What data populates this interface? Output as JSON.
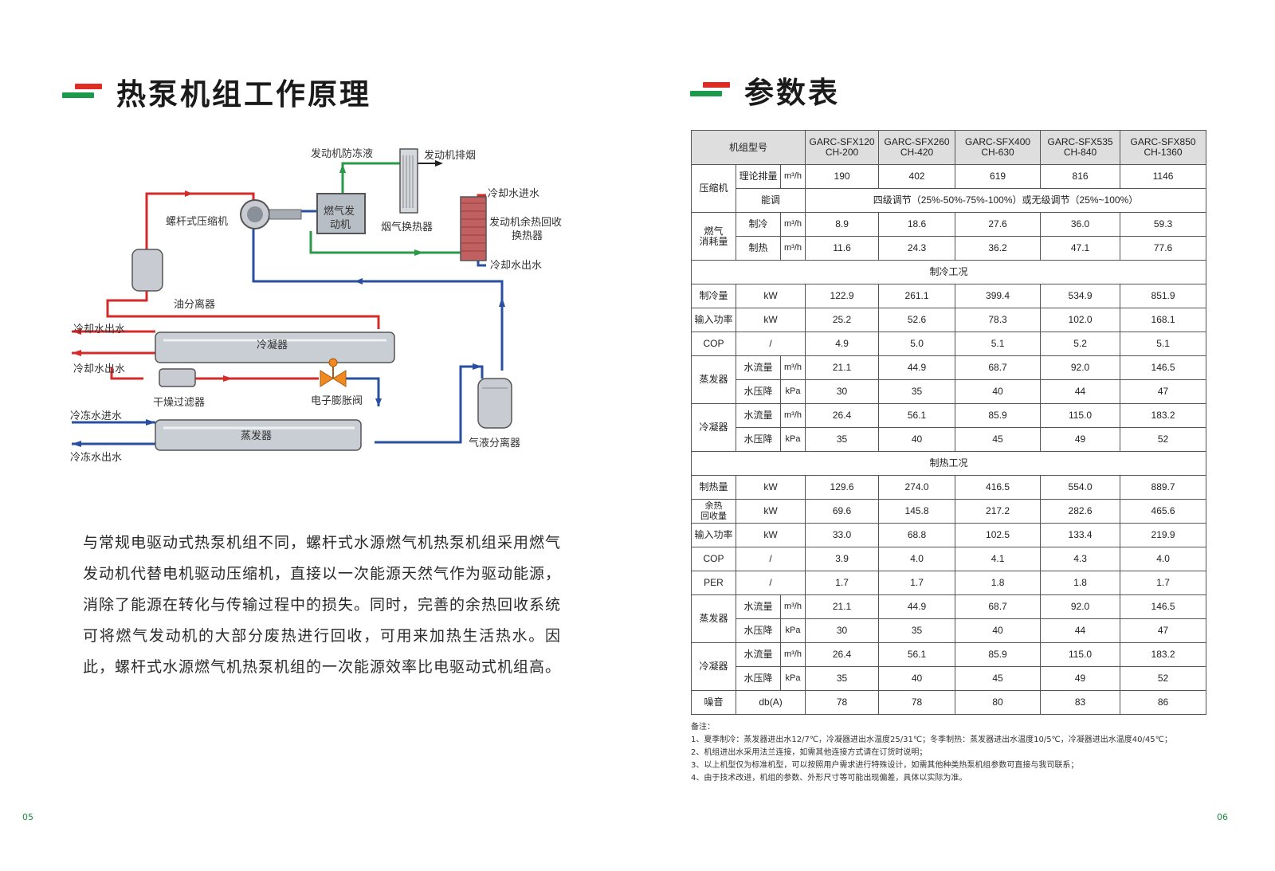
{
  "left": {
    "title": "热泵机组工作原理",
    "page_number": "05",
    "diagram_labels": {
      "antifreeze": "发动机防冻液",
      "exhaust": "发动机排烟",
      "cooling_in": "冷却水进水",
      "compressor": "螺杆式压缩机",
      "engine_1": "燃气发",
      "engine_2": "动机",
      "flue_hx": "烟气换热器",
      "waste_heat_1": "发动机余热回收",
      "waste_heat_2": "换热器",
      "cooling_out": "冷却水出水",
      "oil_sep": "油分离器",
      "cond_out_1": "冷却水出水",
      "condenser": "冷凝器",
      "cond_out_2": "冷却水出水",
      "dryer": "干燥过滤器",
      "exp_valve": "电子膨胀阀",
      "chill_in": "冷冻水进水",
      "evaporator": "蒸发器",
      "gas_liquid_sep": "气液分离器",
      "chill_out": "冷冻水出水"
    },
    "paragraph": "与常规电驱动式热泵机组不同，螺杆式水源燃气机热泵机组采用燃气发动机代替电机驱动压缩机，直接以一次能源天然气作为驱动能源，消除了能源在转化与传输过程中的损失。同时，完善的余热回收系统可将燃气发动机的大部分废热进行回收，可用来加热生活热水。因此，螺杆式水源燃气机热泵机组的一次能源效率比电驱动式机组高。"
  },
  "right": {
    "title": "参数表",
    "page_number": "06",
    "table": {
      "model_label": "机组型号",
      "models": [
        {
          "l1": "GARC-SFX120",
          "l2": "CH-200"
        },
        {
          "l1": "GARC-SFX260",
          "l2": "CH-420"
        },
        {
          "l1": "GARC-SFX400",
          "l2": "CH-630"
        },
        {
          "l1": "GARC-SFX535",
          "l2": "CH-840"
        },
        {
          "l1": "GARC-SFX850",
          "l2": "CH-1360"
        }
      ],
      "compressor": {
        "group": "压缩机",
        "disp_label": "理论排量",
        "disp_unit": "m³/h",
        "disp": [
          "190",
          "402",
          "619",
          "816",
          "1146"
        ],
        "reg_label": "能调",
        "reg_value": "四级调节（25%-50%-75%-100%）或无级调节（25%~100%）"
      },
      "gas": {
        "group_1": "燃气",
        "group_2": "消耗量",
        "cool_label": "制冷",
        "cool_unit": "m³/h",
        "cool": [
          "8.9",
          "18.6",
          "27.6",
          "36.0",
          "59.3"
        ],
        "heat_label": "制热",
        "heat_unit": "m³/h",
        "heat": [
          "11.6",
          "24.3",
          "36.2",
          "47.1",
          "77.6"
        ]
      },
      "cooling_section": "制冷工况",
      "cooling": {
        "cap_label": "制冷量",
        "cap_unit": "kW",
        "cap": [
          "122.9",
          "261.1",
          "399.4",
          "534.9",
          "851.9"
        ],
        "pow_label": "输入功率",
        "pow_unit": "kW",
        "pow": [
          "25.2",
          "52.6",
          "78.3",
          "102.0",
          "168.1"
        ],
        "cop_label": "COP",
        "cop_unit": "/",
        "cop": [
          "4.9",
          "5.0",
          "5.1",
          "5.2",
          "5.1"
        ],
        "evap_label": "蒸发器",
        "evap_flow_label": "水流量",
        "evap_flow_unit": "m³/h",
        "evap_flow": [
          "21.1",
          "44.9",
          "68.7",
          "92.0",
          "146.5"
        ],
        "evap_dp_label": "水压降",
        "evap_dp_unit": "kPa",
        "evap_dp": [
          "30",
          "35",
          "40",
          "44",
          "47"
        ],
        "cond_label": "冷凝器",
        "cond_flow_label": "水流量",
        "cond_flow_unit": "m³/h",
        "cond_flow": [
          "26.4",
          "56.1",
          "85.9",
          "115.0",
          "183.2"
        ],
        "cond_dp_label": "水压降",
        "cond_dp_unit": "kPa",
        "cond_dp": [
          "35",
          "40",
          "45",
          "49",
          "52"
        ]
      },
      "heating_section": "制热工况",
      "heating": {
        "cap_label": "制热量",
        "cap_unit": "kW",
        "cap": [
          "129.6",
          "274.0",
          "416.5",
          "554.0",
          "889.7"
        ],
        "rec_label_1": "余热",
        "rec_label_2": "回收量",
        "rec_unit": "kW",
        "rec": [
          "69.6",
          "145.8",
          "217.2",
          "282.6",
          "465.6"
        ],
        "pow_label": "输入功率",
        "pow_unit": "kW",
        "pow": [
          "33.0",
          "68.8",
          "102.5",
          "133.4",
          "219.9"
        ],
        "cop_label": "COP",
        "cop_unit": "/",
        "cop": [
          "3.9",
          "4.0",
          "4.1",
          "4.3",
          "4.0"
        ],
        "per_label": "PER",
        "per_unit": "/",
        "per": [
          "1.7",
          "1.7",
          "1.8",
          "1.8",
          "1.7"
        ],
        "evap_label": "蒸发器",
        "evap_flow_label": "水流量",
        "evap_flow_unit": "m³/h",
        "evap_flow": [
          "21.1",
          "44.9",
          "68.7",
          "92.0",
          "146.5"
        ],
        "evap_dp_label": "水压降",
        "evap_dp_unit": "kPa",
        "evap_dp": [
          "30",
          "35",
          "40",
          "44",
          "47"
        ],
        "cond_label": "冷凝器",
        "cond_flow_label": "水流量",
        "cond_flow_unit": "m³/h",
        "cond_flow": [
          "26.4",
          "56.1",
          "85.9",
          "115.0",
          "183.2"
        ],
        "cond_dp_label": "水压降",
        "cond_dp_unit": "kPa",
        "cond_dp": [
          "35",
          "40",
          "45",
          "49",
          "52"
        ]
      },
      "noise_label": "噪音",
      "noise_unit": "db(A)",
      "noise": [
        "78",
        "78",
        "80",
        "83",
        "86"
      ]
    },
    "notes": [
      "备注：",
      "1、夏季制冷：蒸发器进出水12/7℃，冷凝器进出水温度25/31℃；冬季制热：蒸发器进出水温度10/5℃，冷凝器进出水温度40/45℃；",
      "2、机组进出水采用法兰连接，如需其他连接方式请在订货时说明；",
      "3、以上机型仅为标准机型，可以按照用户需求进行特殊设计，如需其他种类热泵机组参数可直接与我司联系；",
      "4、由于技术改进，机组的参数、外形尺寸等可能出现偏差，具体以实际为准。"
    ],
    "colors": {
      "red": "#e02a24",
      "green": "#1a9a4a",
      "pipe_blue": "#2a4fa0",
      "pipe_red": "#d42a2a",
      "pipe_green": "#2a9a4a"
    }
  }
}
